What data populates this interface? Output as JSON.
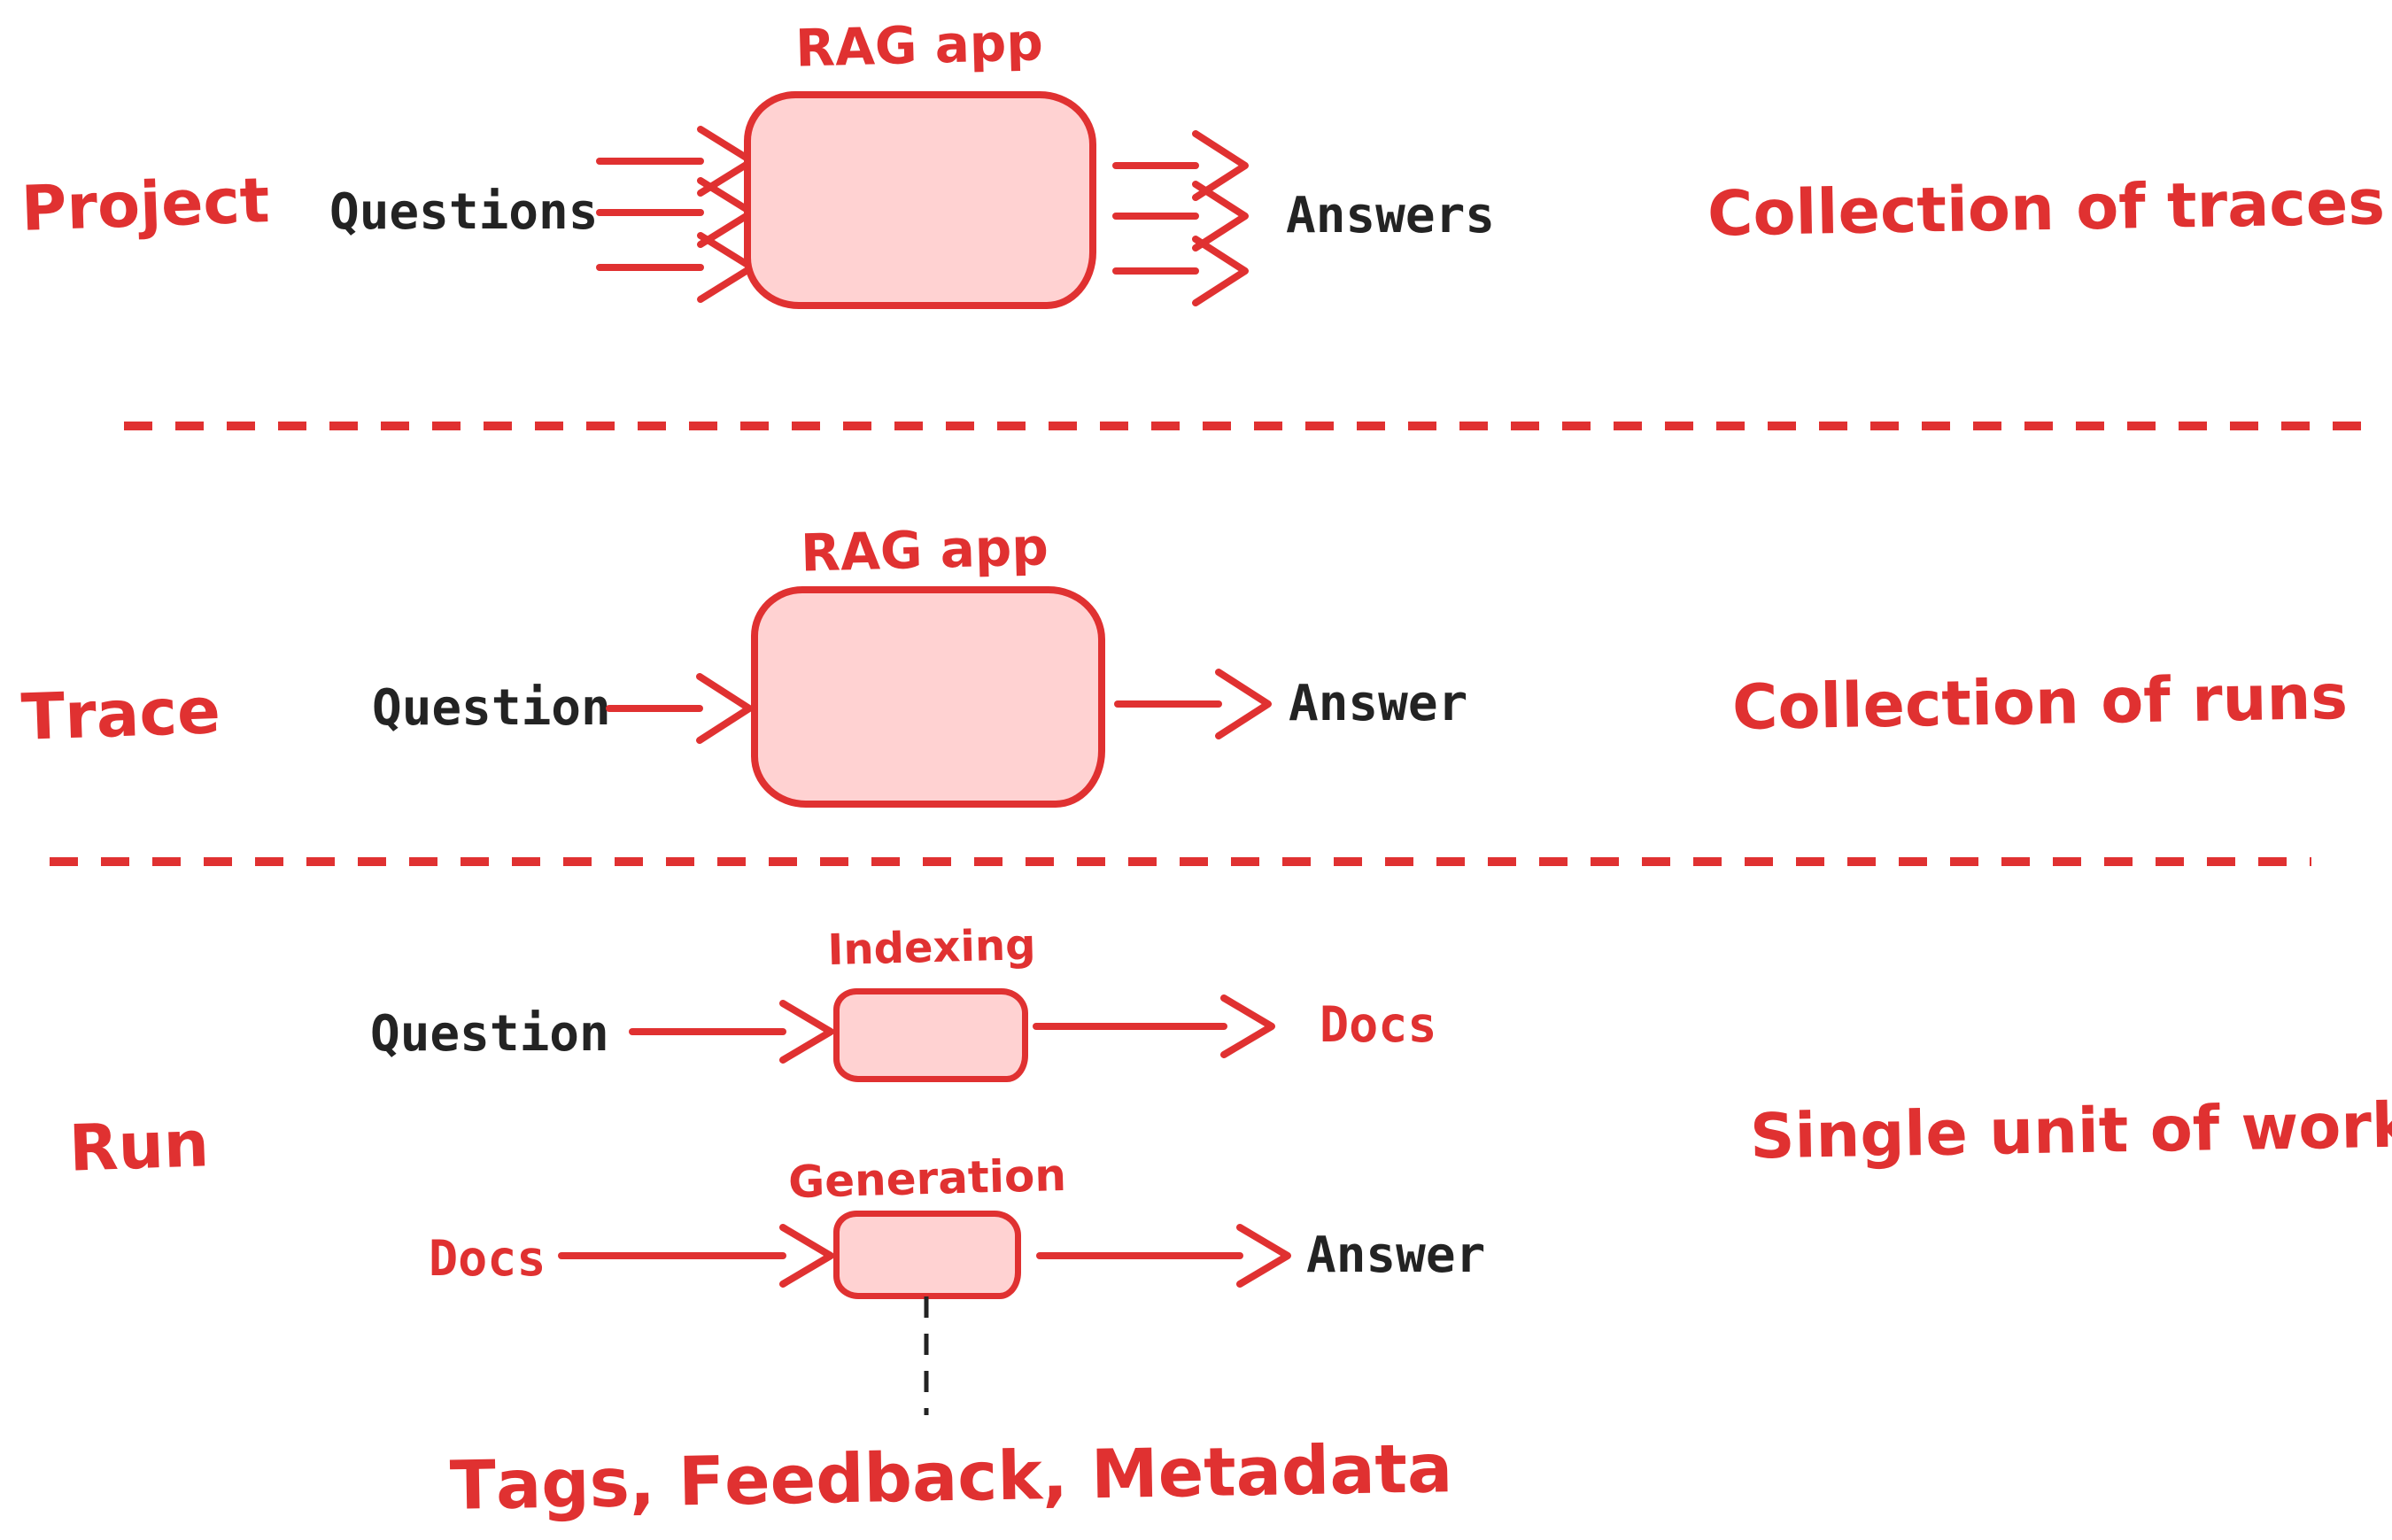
{
  "colors": {
    "red": "#e03131",
    "pink": "#ffd2d2",
    "ink": "#232323"
  },
  "sections": {
    "project": {
      "label": "Project",
      "box_label": "RAG app",
      "input_label": "Questions",
      "output_label": "Answers",
      "annotation": "Collection of traces"
    },
    "trace": {
      "label": "Trace",
      "box_label": "RAG app",
      "input_label": "Question",
      "output_label": "Answer",
      "annotation": "Collection of runs"
    },
    "run": {
      "label": "Run",
      "annotation": "Single unit of work",
      "indexing": {
        "box_label": "Indexing",
        "input_label": "Question",
        "output_label": "Docs"
      },
      "generation": {
        "box_label": "Docs",
        "step_label": "Generation",
        "output_label": "Answer"
      },
      "metadata_note": "Tags, Feedback, Metadata"
    }
  }
}
